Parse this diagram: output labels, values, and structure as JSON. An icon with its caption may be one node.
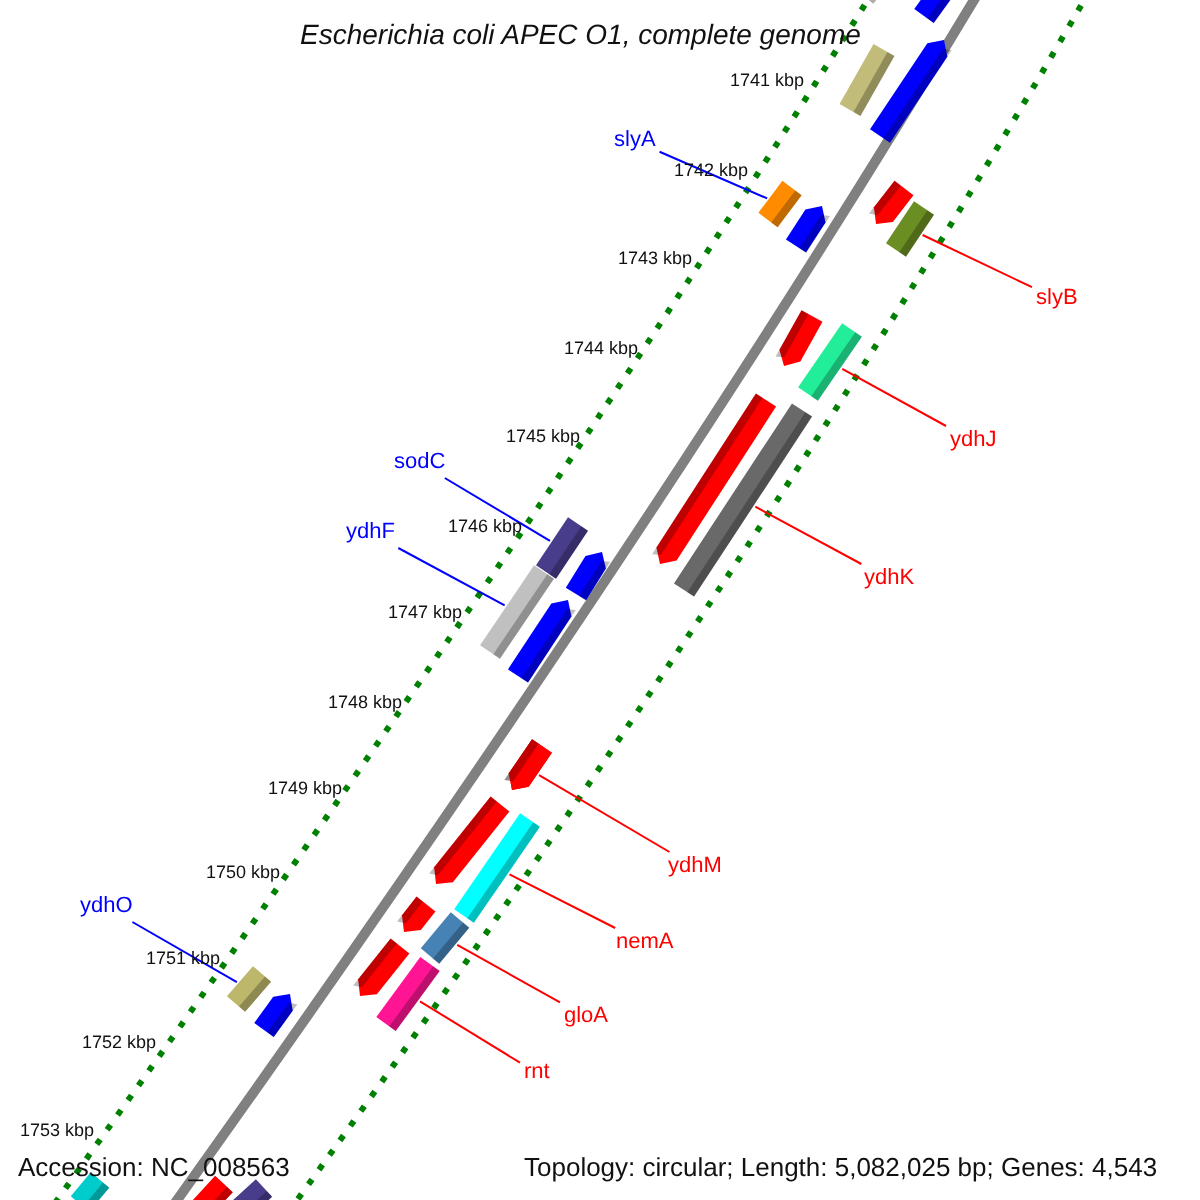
{
  "diagram": {
    "title": "Escherichia coli APEC O1, complete genome",
    "nodes": [
      {
        "text": [
          "slyA"
        ]
      },
      {
        "text": [],
        "shape": "bar"
      },
      {
        "text": [
          "slyB"
        ]
      },
      {
        "text": [],
        "shape": "bar"
      },
      {
        "text": [
          "ydhJ"
        ]
      },
      {
        "text": [],
        "shape": "bar"
      },
      {
        "text": [
          "ydhK"
        ]
      },
      {
        "text": [],
        "shape": "bar"
      },
      {
        "text": [
          "sodC"
        ]
      },
      {
        "text": [],
        "shape": "bar"
      },
      {
        "text": [
          "ydhF"
        ]
      },
      {
        "text": [],
        "shape": "bar"
      },
      {
        "text": [
          "ydhM"
        ]
      },
      {
        "text": [],
        "shape": "bar"
      },
      {
        "text": [
          "nemA"
        ]
      },
      {
        "text": [],
        "shape": "bar"
      },
      {
        "text": [
          "ydhO"
        ]
      },
      {
        "text": [],
        "shape": "bar"
      },
      {
        "text": [
          "gloA"
        ]
      },
      {
        "text": [],
        "shape": "bar"
      },
      {
        "text": [
          "rnt"
        ]
      },
      {
        "text": [],
        "shape": "bar"
      }
    ],
    "edges": [
      {
        "from": 0,
        "to": 1,
        "arrow": "none",
        "color": "#0000ff"
      },
      {
        "from": 2,
        "to": 3,
        "arrow": "none"
      },
      {
        "from": 4,
        "to": 5,
        "arrow": "none"
      },
      {
        "from": 6,
        "to": 7,
        "arrow": "none"
      },
      {
        "from": 8,
        "to": 9,
        "arrow": "none",
        "color": "#0000ff"
      },
      {
        "from": 10,
        "to": 11,
        "arrow": "none",
        "color": "#0000ff"
      },
      {
        "from": 12,
        "to": 13,
        "arrow": "none"
      },
      {
        "from": 14,
        "to": 15,
        "arrow": "none"
      },
      {
        "from": 16,
        "to": 17,
        "arrow": "none",
        "color": "#0000ff"
      },
      {
        "from": 18,
        "to": 19,
        "arrow": "none"
      },
      {
        "from": 20,
        "to": 21,
        "arrow": "none"
      }
    ],
    "labels": [
      "1741 kbp",
      "1742 kbp",
      "1743 kbp",
      "1744 kbp",
      "1745 kbp",
      "1746 kbp",
      "1747 kbp",
      "1748 kbp",
      "1749 kbp",
      "1750 kbp",
      "1751 kbp",
      "1752 kbp",
      "1753 kbp",
      "Accession: NC_008563",
      "Topology: circular; Length: 5,082,025 bp; Genes: 4,543"
    ]
  }
}
